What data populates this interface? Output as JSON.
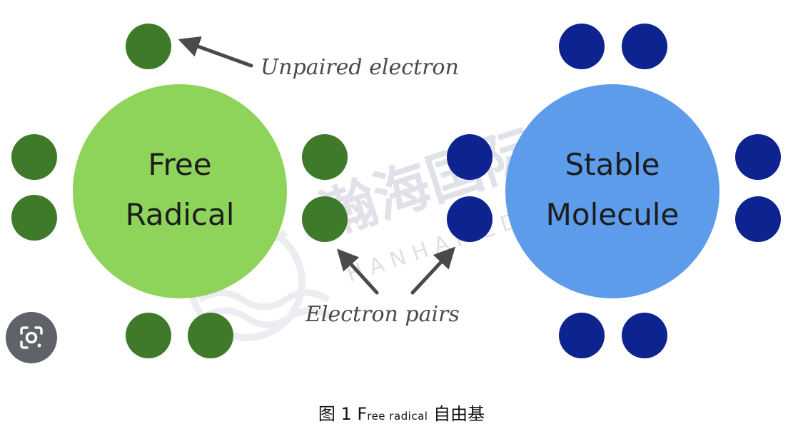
{
  "diagram": {
    "free_radical": {
      "line1": "Free",
      "line2": "Radical",
      "circle_color": "#8ed35a",
      "electron_color": "#3f7a2b"
    },
    "stable_molecule": {
      "line1": "Stable",
      "line2": "Molecule",
      "circle_color": "#5c9ceb",
      "electron_color": "#0d2390"
    },
    "callouts": {
      "unpaired": "Unpaired electron",
      "pairs": "Electron pairs"
    },
    "watermark": {
      "cn": "瀚海国际教育",
      "en": "HANHAI EDUCATION"
    }
  },
  "lens_button": {
    "icon": "camera-search-icon",
    "color": "#5f6368"
  },
  "caption": {
    "prefix": "图 1 F",
    "small": "ree radical",
    "suffix": " 自由基"
  }
}
